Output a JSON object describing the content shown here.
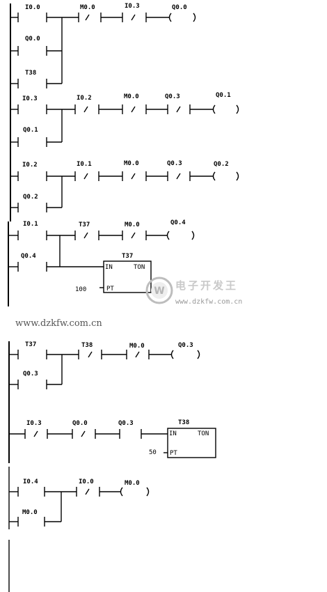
{
  "rungs": [
    {
      "main_labels": [
        "I0.0",
        "M0.0",
        "I0.3",
        "Q0.0"
      ],
      "branch_labels": [
        "Q0.0",
        "T38"
      ]
    },
    {
      "main_labels": [
        "I0.3",
        "I0.2",
        "M0.0",
        "Q0.3",
        "Q0.1"
      ],
      "branch_labels": [
        "Q0.1"
      ]
    },
    {
      "main_labels": [
        "I0.2",
        "I0.1",
        "M0.0",
        "Q0.3",
        "Q0.2"
      ],
      "branch_labels": [
        "Q0.2"
      ]
    },
    {
      "main_labels": [
        "I0.1",
        "T37",
        "M0.0",
        "Q0.4"
      ],
      "branch_labels": [
        "Q0.4"
      ],
      "timer": {
        "name": "T37",
        "in": "IN",
        "type": "TON",
        "pt": "PT",
        "preset": "100"
      }
    },
    {
      "main_labels": [
        "T37",
        "T38",
        "M0.0",
        "Q0.3"
      ],
      "branch_labels": [
        "Q0.3"
      ]
    },
    {
      "main_labels": [
        "I0.3",
        "Q0.0",
        "Q0.3"
      ],
      "timer": {
        "name": "T38",
        "in": "IN",
        "type": "TON",
        "pt": "PT",
        "preset": "50"
      }
    },
    {
      "main_labels": [
        "I0.4",
        "I0.0",
        "M0.0"
      ],
      "branch_labels": [
        "M0.0"
      ]
    }
  ],
  "watermark": {
    "text_cn": "电子开发王",
    "url_small": "www.dzkfw.com.cn",
    "url_large": "www.dzkfw.com.cn",
    "logo_letter": "W"
  }
}
